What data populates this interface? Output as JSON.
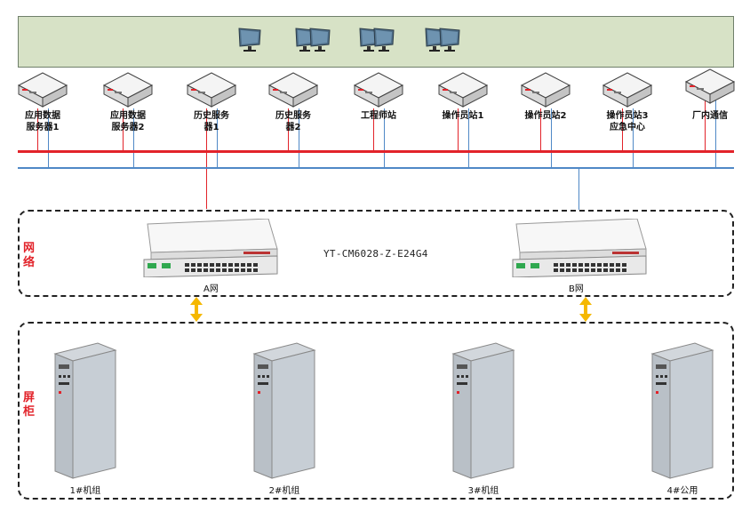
{
  "colors": {
    "top_band": "#d7e2c6",
    "red_network": "#e2232a",
    "blue_network": "#4f88c6",
    "arrow": "#f5b800",
    "side_label": "#e2232a"
  },
  "workstations": {
    "icon": "monitor-icon",
    "groups": [
      1,
      2,
      2,
      2
    ]
  },
  "servers": [
    {
      "label": "应用数据\n服务器1"
    },
    {
      "label": "应用数据\n服务器2"
    },
    {
      "label": "历史服务\n器1"
    },
    {
      "label": "历史服务\n器2"
    },
    {
      "label": "工程师站"
    },
    {
      "label": "操作员站1"
    },
    {
      "label": "操作员站2"
    },
    {
      "label": "操作员站3\n应急中心"
    },
    {
      "label": "厂内通信"
    }
  ],
  "network": {
    "side_label": "网络",
    "model": "YT-CM6028-Z-E24G4",
    "switches": [
      {
        "label": "A网"
      },
      {
        "label": "B网"
      }
    ]
  },
  "cabinets": {
    "side_label": "屏柜",
    "units": [
      {
        "label": "1#机组"
      },
      {
        "label": "2#机组"
      },
      {
        "label": "3#机组"
      },
      {
        "label": "4#公用"
      }
    ]
  }
}
